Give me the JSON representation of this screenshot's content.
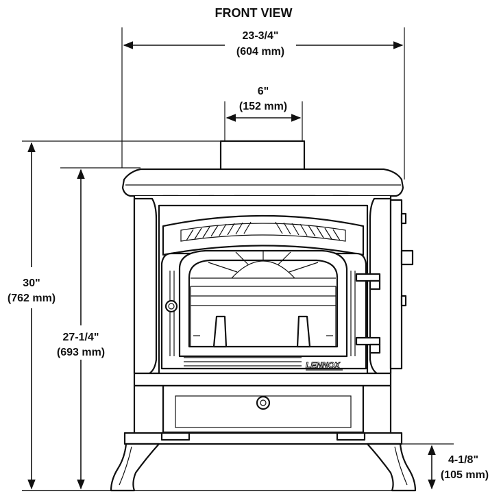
{
  "title": "FRONT VIEW",
  "brand_logo": "LENNOX",
  "colors": {
    "line": "#111111",
    "background": "#ffffff"
  },
  "dimensions": {
    "overall_width": {
      "imperial": "23-3/4\"",
      "metric": "(604 mm)"
    },
    "flue_collar": {
      "imperial": "6\"",
      "metric": "(152 mm)"
    },
    "overall_height": {
      "imperial": "30\"",
      "metric": "(762 mm)"
    },
    "top_height": {
      "imperial": "27-1/4\"",
      "metric": "(693 mm)"
    },
    "floor_clearance": {
      "imperial": "4-1/8\"",
      "metric": "(105 mm)"
    }
  }
}
